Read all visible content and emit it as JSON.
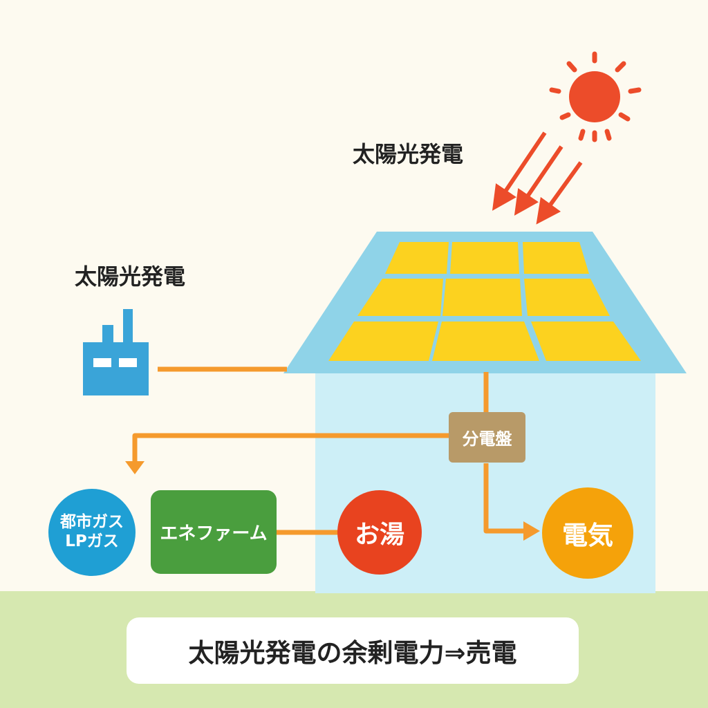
{
  "labels": {
    "solar_top": "太陽光発電",
    "solar_left": "太陽光発電"
  },
  "nodes": {
    "panel_board": "分電盤",
    "city_gas": "都市ガス",
    "lp_gas": "LPガス",
    "enefarm": "エネファーム",
    "hot_water": "お湯",
    "electricity": "電気"
  },
  "footer": {
    "text": "太陽光発電の余剰電力⇒売電"
  },
  "colors": {
    "background": "#fdfaf0",
    "ground": "#d6e8b0",
    "roof": "#8fd3e8",
    "house_wall": "#cdeff7",
    "solar_cell": "#fcd21f",
    "sun": "#ec4c2a",
    "arrow": "#f59a2d",
    "panel_board": "#b89a68",
    "gas": "#1f9fd4",
    "enefarm": "#4a9e3e",
    "hot_water": "#e8431f",
    "electricity": "#f5a20a",
    "factory": "#3aa4d8"
  },
  "icons": [
    "sun-icon",
    "factory-icon",
    "solar-panel-icon",
    "house-icon"
  ]
}
